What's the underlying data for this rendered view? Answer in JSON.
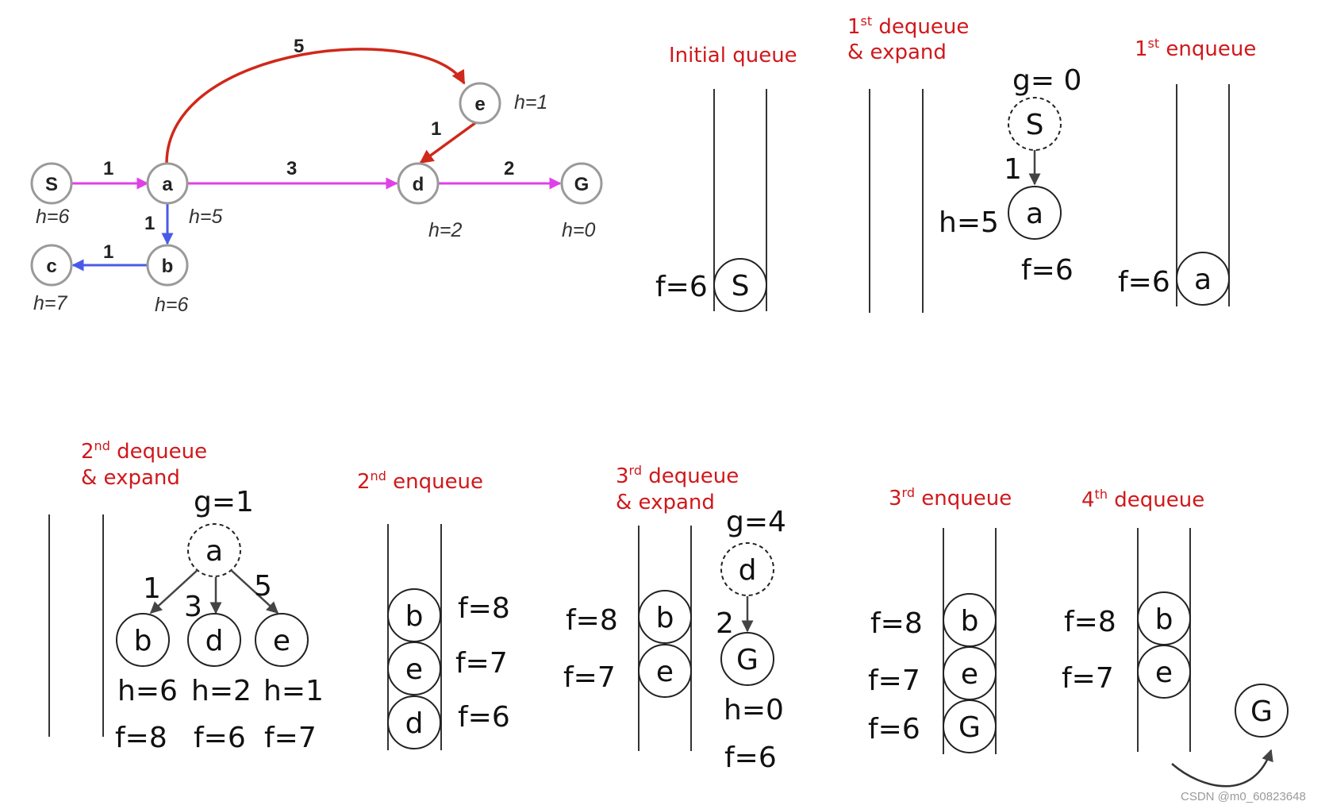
{
  "graph": {
    "nodes": [
      {
        "id": "S",
        "label": "S",
        "h": "h=6"
      },
      {
        "id": "a",
        "label": "a",
        "h": "h=5"
      },
      {
        "id": "d",
        "label": "d",
        "h": "h=2"
      },
      {
        "id": "G",
        "label": "G",
        "h": "h=0"
      },
      {
        "id": "e",
        "label": "e",
        "h": "h=1"
      },
      {
        "id": "b",
        "label": "b",
        "h": "h=6"
      },
      {
        "id": "c",
        "label": "c",
        "h": "h=7"
      }
    ],
    "edges": [
      {
        "from": "S",
        "to": "a",
        "weight": "1",
        "color": "#e040e8"
      },
      {
        "from": "a",
        "to": "d",
        "weight": "3",
        "color": "#e040e8"
      },
      {
        "from": "d",
        "to": "G",
        "weight": "2",
        "color": "#e040e8"
      },
      {
        "from": "a",
        "to": "e",
        "weight": "5",
        "color": "#d0281a"
      },
      {
        "from": "e",
        "to": "d",
        "weight": "1",
        "color": "#d0281a"
      },
      {
        "from": "a",
        "to": "b",
        "weight": "1",
        "color": "#4a5ae8"
      },
      {
        "from": "b",
        "to": "c",
        "weight": "1",
        "color": "#4a5ae8"
      }
    ]
  },
  "steps": {
    "initial_queue": {
      "caption": "Initial queue",
      "f": "f=6",
      "node": "S"
    },
    "dequeue1": {
      "ord": "1",
      "sup": "st",
      "line1": " dequeue",
      "line2": "& expand",
      "g": "g= 0",
      "parent": "S",
      "edge": "1",
      "h": "h=5",
      "child": "a",
      "f": "f=6"
    },
    "enqueue1": {
      "ord": "1",
      "sup": "st",
      "rest": " enqueue",
      "f": "f=6",
      "node": "a"
    },
    "dequeue2": {
      "ord": "2",
      "sup": "nd",
      "line1": " dequeue",
      "line2": "& expand",
      "g": "g=1",
      "parent": "a",
      "children": [
        {
          "edge": "1",
          "node": "b",
          "h": "h=6",
          "f": "f=8"
        },
        {
          "edge": "3",
          "node": "d",
          "h": "h=2",
          "f": "f=6"
        },
        {
          "edge": "5",
          "node": "e",
          "h": "h=1",
          "f": "f=7"
        }
      ]
    },
    "enqueue2": {
      "ord": "2",
      "sup": "nd",
      "rest": " enqueue",
      "items": [
        {
          "node": "b",
          "f": "f=8"
        },
        {
          "node": "e",
          "f": "f=7"
        },
        {
          "node": "d",
          "f": "f=6"
        }
      ]
    },
    "dequeue3": {
      "ord": "3",
      "sup": "rd",
      "line1": " dequeue",
      "line2": "& expand",
      "items": [
        {
          "node": "b",
          "f": "f=8"
        },
        {
          "node": "e",
          "f": "f=7"
        }
      ],
      "g": "g=4",
      "parent": "d",
      "edge": "2",
      "child": "G",
      "h": "h=0",
      "f": "f=6"
    },
    "enqueue3": {
      "ord": "3",
      "sup": "rd",
      "rest": " enqueue",
      "items": [
        {
          "node": "b",
          "f": "f=8"
        },
        {
          "node": "e",
          "f": "f=7"
        },
        {
          "node": "G",
          "f": "f=6"
        }
      ]
    },
    "dequeue4": {
      "ord": "4",
      "sup": "th",
      "rest": " dequeue",
      "items": [
        {
          "node": "b",
          "f": "f=8"
        },
        {
          "node": "e",
          "f": "f=7"
        }
      ],
      "out": "G"
    }
  },
  "watermark": "CSDN @m0_60823648"
}
